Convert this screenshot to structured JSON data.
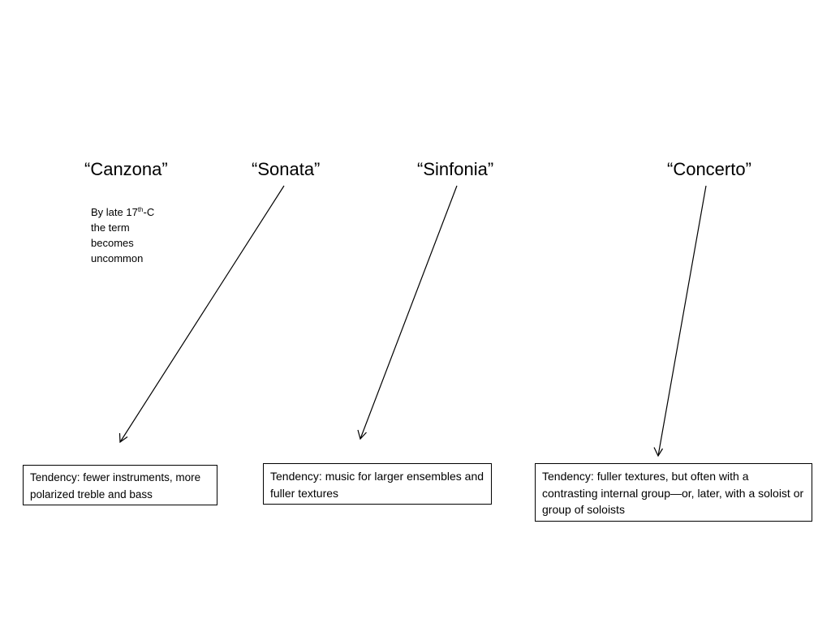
{
  "terms": {
    "canzona": "“Canzona”",
    "sonata": "“Sonata”",
    "sinfonia": "“Sinfonia”",
    "concerto": "“Concerto”"
  },
  "canzona_note": {
    "prefix": "By late 17",
    "superscript": "th",
    "suffix": "-C",
    "line2": "the term",
    "line3": "becomes",
    "line4": "uncommon"
  },
  "tendencies": {
    "fewer_instruments": "Tendency: fewer instruments, more polarized treble and bass",
    "larger_ensembles": "Tendency: music for larger ensembles and fuller textures",
    "contrasting_group": "Tendency: fuller textures, but often with a contrasting internal group—or, later, with a soloist or group of soloists"
  },
  "arrows": [
    {
      "from": "sonata",
      "to": "fewer_instruments"
    },
    {
      "from": "sinfonia",
      "to": "larger_ensembles"
    },
    {
      "from": "concerto",
      "to": "contrasting_group"
    }
  ]
}
